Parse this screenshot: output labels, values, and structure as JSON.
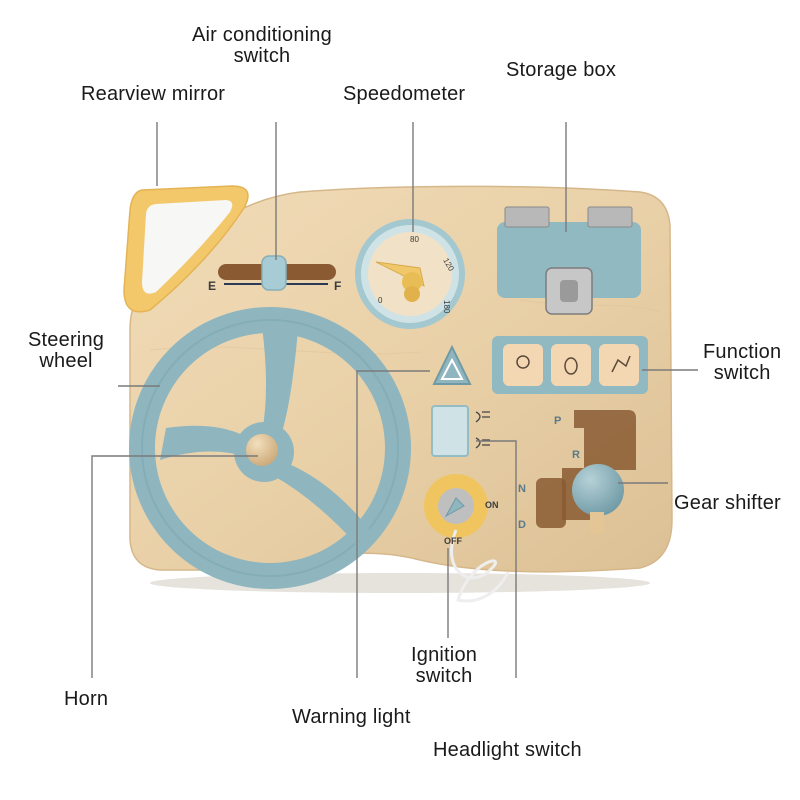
{
  "labels": {
    "air_conditioning": [
      "Air conditioning",
      "switch"
    ],
    "rearview_mirror": "Rearview mirror",
    "speedometer": "Speedometer",
    "storage_box": "Storage box",
    "steering_wheel": [
      "Steering",
      "wheel"
    ],
    "function_switch": [
      "Function",
      "switch"
    ],
    "gear_shifter": "Gear shifter",
    "ignition_switch": [
      "Ignition",
      "switch"
    ],
    "horn": "Horn",
    "warning_light": "Warning light",
    "headlight_switch": "Headlight switch"
  },
  "board_markings": {
    "ac_left": "E",
    "ac_right": "F",
    "speed_0": "0",
    "speed_80": "80",
    "speed_120": "120",
    "speed_180": "180",
    "gear_p": "P",
    "gear_r": "R",
    "gear_n": "N",
    "gear_d": "D",
    "ignition_on": "ON",
    "ignition_off": "OFF"
  },
  "colors": {
    "wood": "#e9d2ad",
    "blue": "#8fb6bf",
    "yellow": "#f2c867",
    "background": "#ffffff"
  }
}
